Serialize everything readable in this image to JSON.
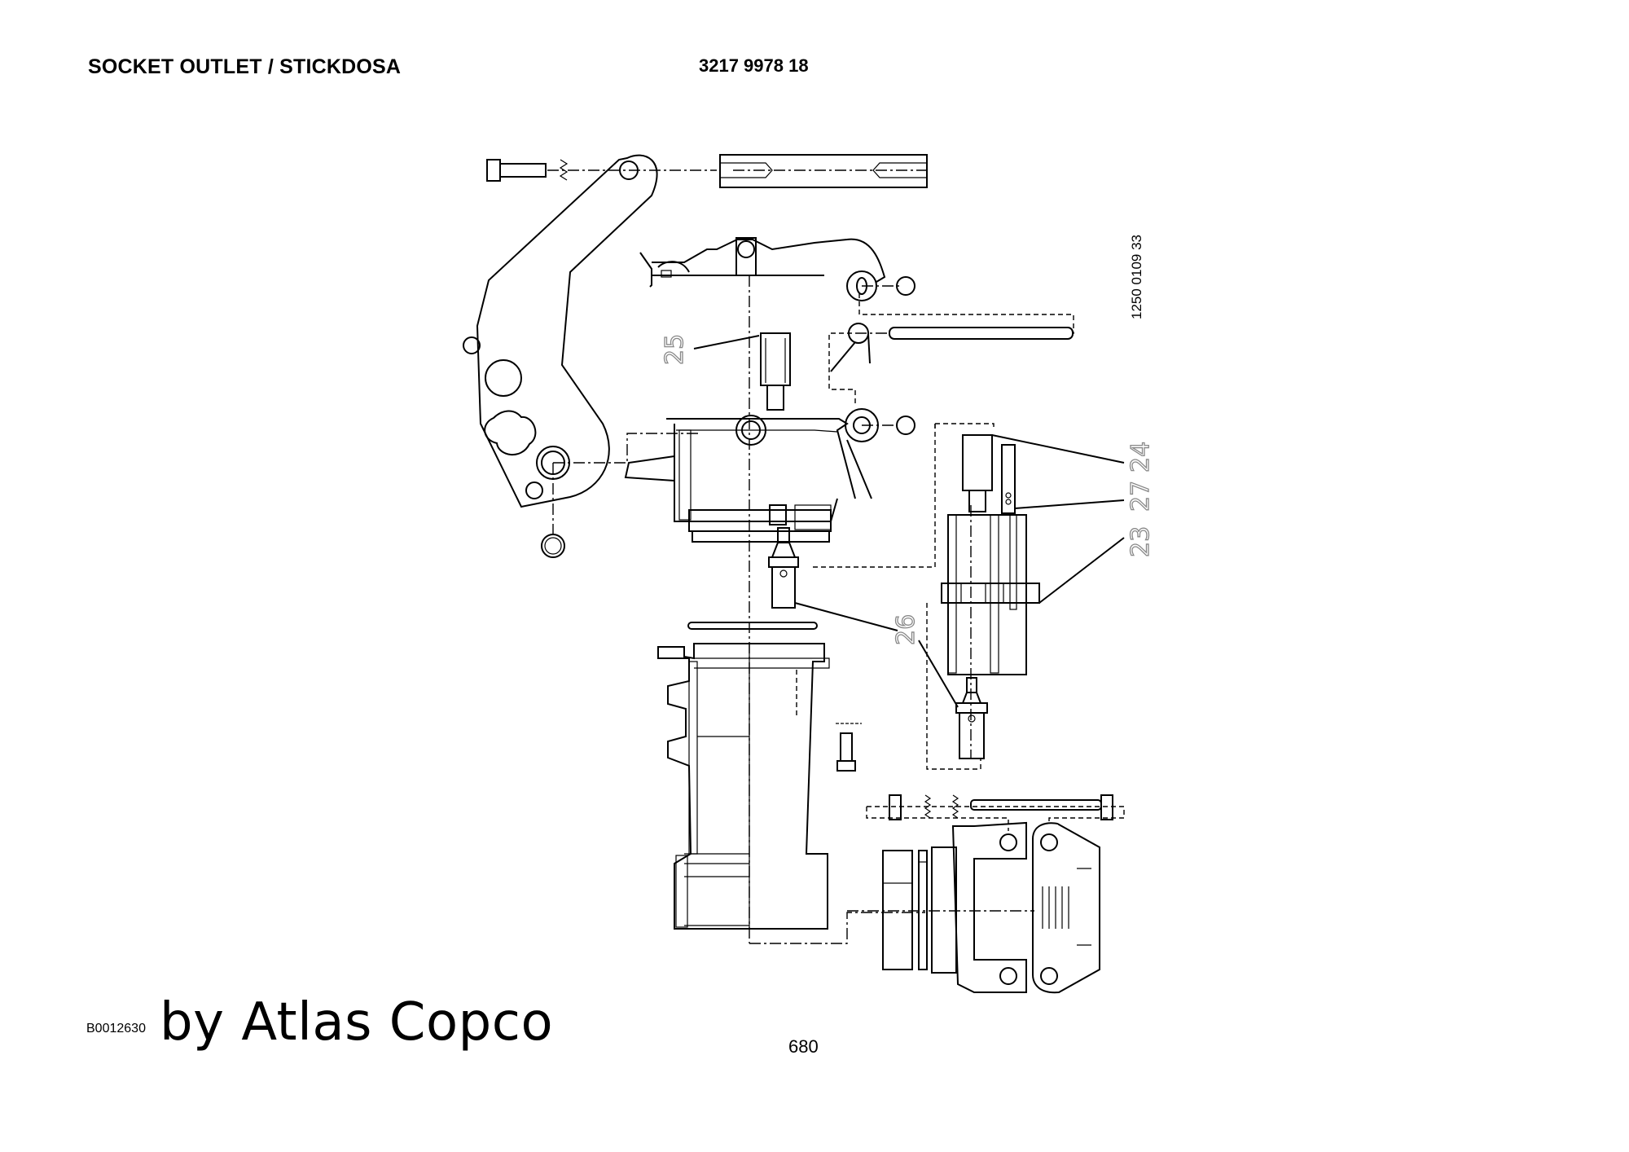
{
  "header": {
    "title": "SOCKET OUTLET / STICKDOSA",
    "part_number": "3217 9978 18"
  },
  "drawing": {
    "drawing_number": "1250 0109 33",
    "callouts": [
      {
        "id": "callout-25",
        "label": "25"
      },
      {
        "id": "callout-24",
        "label": "24"
      },
      {
        "id": "callout-27",
        "label": "27"
      },
      {
        "id": "callout-23",
        "label": "23"
      },
      {
        "id": "callout-26",
        "label": "26"
      }
    ]
  },
  "footer": {
    "image_code": "B0012630",
    "brand": "by Atlas Copco",
    "page_number": "680"
  }
}
